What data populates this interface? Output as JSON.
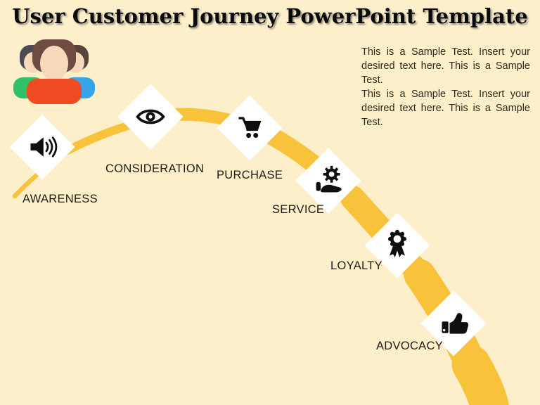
{
  "slide": {
    "title": "User Customer Journey PowerPoint Template",
    "description": {
      "paragraphs": [
        "This is a Sample Test. Insert your desired text here. This is a Sample Test.",
        "This is a Sample Test. Insert your desired text here. This is a Sample Test."
      ]
    },
    "journey": {
      "stages": [
        {
          "label": "AWARENESS",
          "icon": "speaker-announcement-icon"
        },
        {
          "label": "CONSIDERATION",
          "icon": "eye-icon"
        },
        {
          "label": "PURCHASE",
          "icon": "shopping-cart-icon"
        },
        {
          "label": "SERVICE",
          "icon": "hand-gear-icon"
        },
        {
          "label": "LOYALTY",
          "icon": "award-ribbon-icon"
        },
        {
          "label": "ADVOCACY",
          "icon": "thumbs-up-icon"
        }
      ]
    },
    "decoration": {
      "people_icon": "customer-group-icon"
    }
  },
  "colors": {
    "background": "#FCEFC9",
    "title": "#0A0A0A",
    "label": "#1E1B14",
    "body_text": "#33291A",
    "path": "#F8C23B",
    "diamond": "#FFFFFF",
    "icon": "#0F0F0F",
    "skin": "#F6D9B8",
    "hair_center": "#6F4C41",
    "hair_left": "#4E4A54",
    "hair_right": "#5A4238",
    "shirt_center": "#F04B22",
    "shirt_left": "#2FC06A",
    "shirt_right": "#37A4E9"
  }
}
